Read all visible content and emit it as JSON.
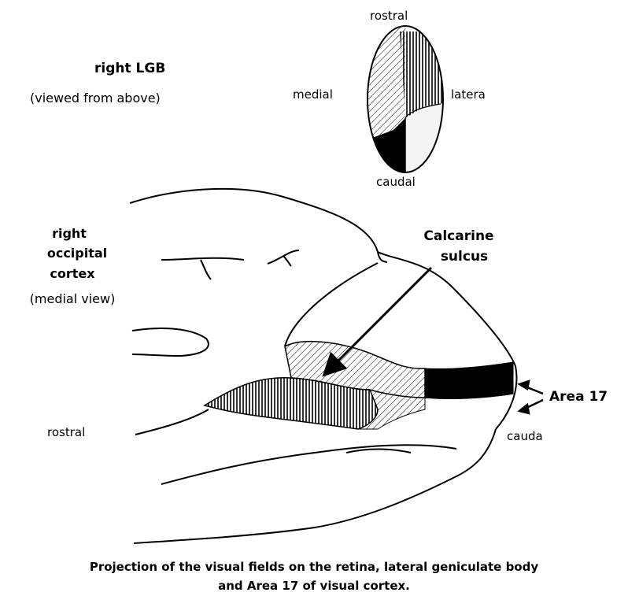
{
  "lgb": {
    "title": "right LGB",
    "subtitle": "(viewed from above)",
    "rostral": "rostral",
    "medial": "medial",
    "lateral": "latera",
    "caudal": "caudal"
  },
  "cortex": {
    "line1": "right",
    "line2": "occipital",
    "line3": "cortex",
    "line4": "(medial view)",
    "rostral": "rostral",
    "caudal": "cauda",
    "calcarine_line1": "Calcarine",
    "calcarine_line2": "sulcus",
    "area": "Area 17"
  },
  "caption": {
    "line1": "Projection of the visual fields on the retina, lateral geniculate body",
    "line2": "and Area 17 of visual cortex."
  },
  "colors": {
    "ink": "#000000",
    "paper": "#ffffff"
  }
}
